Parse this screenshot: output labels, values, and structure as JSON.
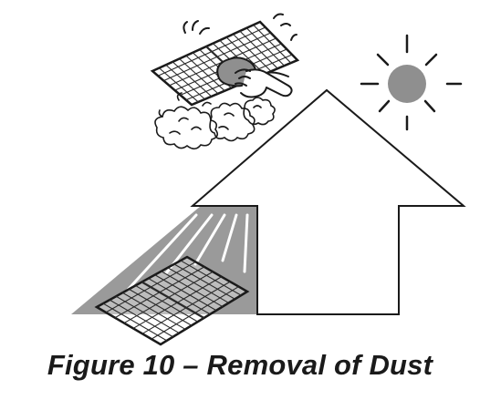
{
  "figure": {
    "caption": "Figure 10 – Removal of Dust"
  },
  "icons": {
    "sun": "sun-icon",
    "house": "house-outline",
    "clean_panel": "solar-panel-being-wiped",
    "shaded_panel": "solar-panel-in-shade",
    "hand": "hand-with-cloth-icon",
    "dust": "dust-cloud-icon"
  },
  "colors": {
    "line": "#1a1a1a",
    "sun_fill": "#8f8f8f",
    "shadow": "#9a9a9a",
    "panel_grid": "#2a2a2a"
  }
}
